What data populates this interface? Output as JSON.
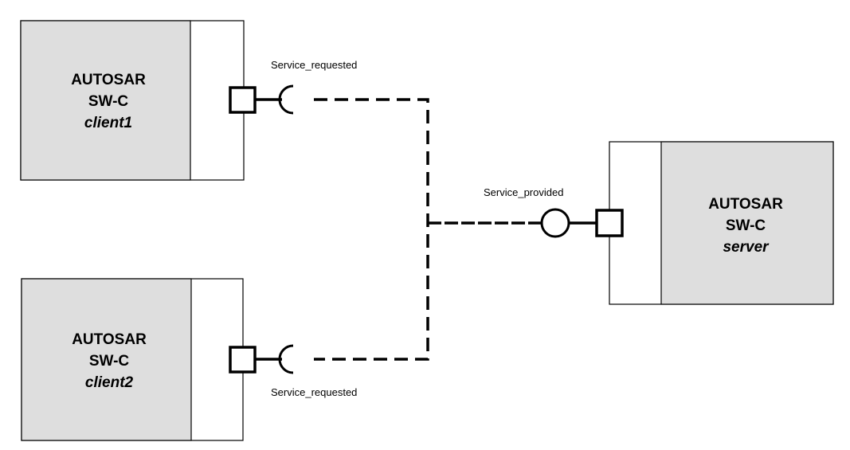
{
  "colors": {
    "component_fill": "#dedede",
    "outline": "#000000",
    "background": "#ffffff"
  },
  "components": {
    "client1": {
      "line1": "AUTOSAR",
      "line2": "SW-C",
      "instance": "client1"
    },
    "client2": {
      "line1": "AUTOSAR",
      "line2": "SW-C",
      "instance": "client2"
    },
    "server": {
      "line1": "AUTOSAR",
      "line2": "SW-C",
      "instance": "server"
    }
  },
  "ports": {
    "client1_required": {
      "label": "Service_requested",
      "kind": "required-port"
    },
    "client2_required": {
      "label": "Service_requested",
      "kind": "required-port"
    },
    "server_provided": {
      "label": "Service_provided",
      "kind": "provided-port"
    }
  },
  "connector": {
    "style": "dashed"
  }
}
